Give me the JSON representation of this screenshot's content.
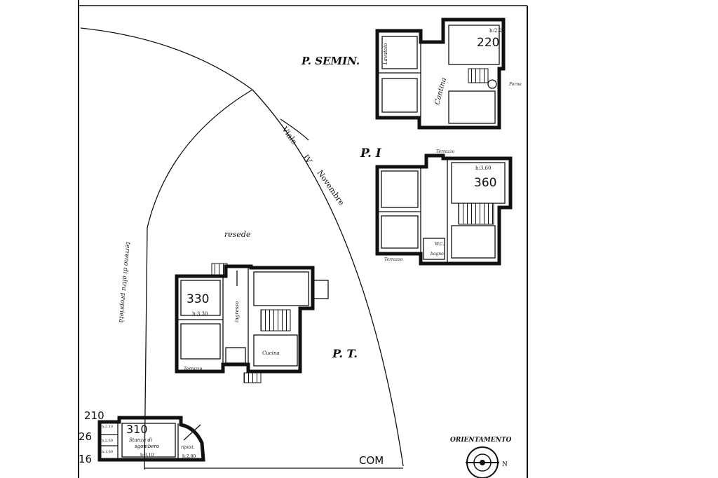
{
  "plan": {
    "floors": {
      "semin": {
        "title": "P. SEMIN.",
        "number": "220",
        "height": "h:2.20",
        "lavatoio": "Lavatoio",
        "cantina": "Cantina",
        "forno": "Forno"
      },
      "primo": {
        "title": "P. I",
        "number": "360",
        "height": "h:3.60",
        "terrazzo": "Terrazzo",
        "terrazzo2": "Terrazzo",
        "wc": "W.C.",
        "bagno": "bagno"
      },
      "terra": {
        "title": "P. T.",
        "number": "330",
        "height": "h:3.30",
        "ingresso": "ingresso",
        "cucina": "Cucina",
        "terrazzo": "Terrazzo"
      },
      "annex": {
        "number": "310",
        "stanza": "Stanza di",
        "sgombero": "sgombero",
        "height": "h:3.10",
        "ripost": "ripost.",
        "height2": "h:2.80",
        "small1": "h:2.10",
        "small2": "h:2.60",
        "small3": "h:1.60"
      }
    },
    "labels": {
      "street_parts": [
        "Viale",
        "IV",
        "Novembre"
      ],
      "resede": "resede",
      "confine": "terreno di altra proprietà",
      "margin": [
        "210",
        "26",
        "16"
      ],
      "com": "COM",
      "orientation": "ORIENTAMENTO",
      "north": "N"
    }
  }
}
